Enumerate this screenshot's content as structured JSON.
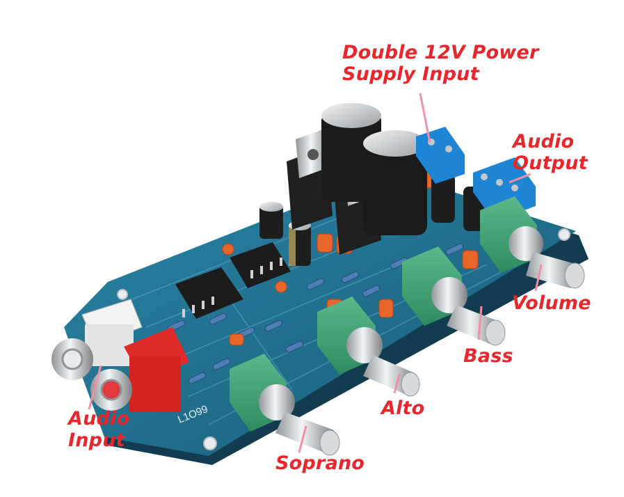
{
  "labels": {
    "power": {
      "line1": "Double 12V Power",
      "line2": "Supply Input"
    },
    "output": {
      "line1": "Audio",
      "line2": "Output"
    },
    "input": {
      "line1": "Audio",
      "line2": "Input"
    },
    "volume": "Volume",
    "bass": "Bass",
    "alto": "Alto",
    "soprano": "Soprano"
  },
  "board_marking": "L1O99",
  "colors": {
    "label_text": "#e8262b",
    "arrow": "#f08fa6",
    "pcb": "#1f6f8f",
    "pot_body": "#3f9d74",
    "terminal_block": "#1e84d4"
  }
}
